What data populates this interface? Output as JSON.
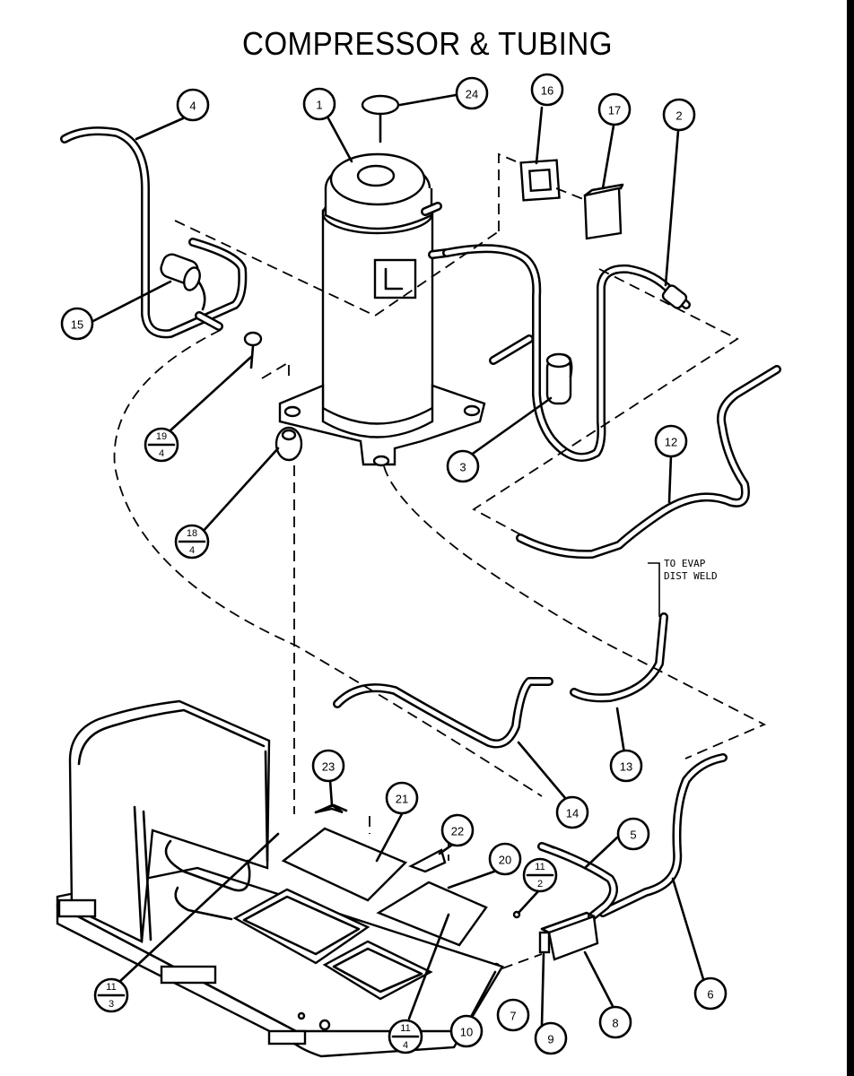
{
  "title": "COMPRESSOR & TUBING",
  "annotation": [
    "TO EVAP",
    "DIST WELD"
  ],
  "callouts": [
    "1",
    "2",
    "3",
    "4",
    "5",
    "6",
    "7",
    "8",
    "9",
    "10",
    "12",
    "13",
    "14",
    "15",
    "16",
    "17",
    "20",
    "21",
    "22",
    "23",
    "24"
  ],
  "fraction_callouts": [
    {
      "top": "19",
      "bottom": "4"
    },
    {
      "top": "18",
      "bottom": "4"
    },
    {
      "top": "11",
      "bottom": "2"
    },
    {
      "top": "11",
      "bottom": "3"
    },
    {
      "top": "11",
      "bottom": "4"
    }
  ]
}
